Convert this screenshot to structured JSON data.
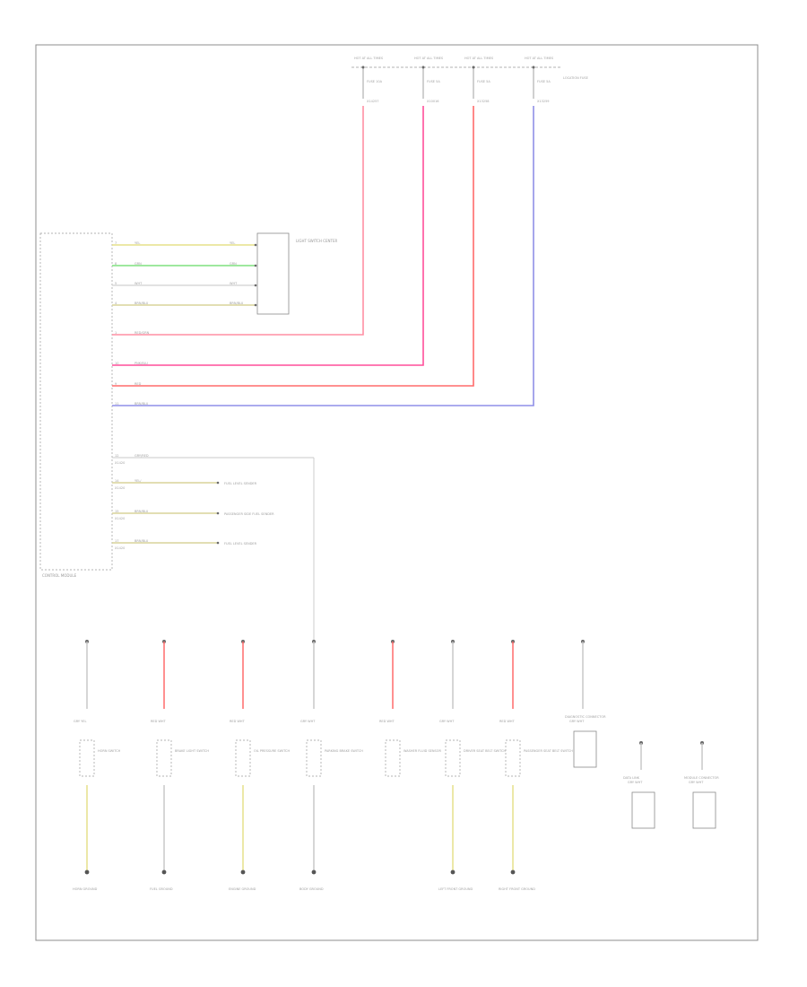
{
  "diagram_title": "",
  "colors": {
    "yellow": "#e6e08a",
    "green": "#7fe07f",
    "white": "#d8d8d8",
    "tan": "#d8d49a",
    "pink": "#ff8fa3",
    "red": "#ff6b6b",
    "magenta": "#ff4f9a",
    "blue": "#8f8fe8",
    "grey": "#c8c8c8"
  },
  "module_label": "CONTROL MODULE",
  "footer_code": "",
  "fuse_boxes": [
    {
      "title": "HOT AT ALL TIMES",
      "fuse": "FUSE 10A",
      "terminal": "X14257"
    },
    {
      "title": "HOT AT ALL TIMES",
      "fuse": "FUSE 5A",
      "terminal": "X10016"
    },
    {
      "title": "HOT AT ALL TIMES",
      "fuse": "FUSE 5A",
      "terminal": "X13258"
    },
    {
      "title": "HOT AT ALL TIMES",
      "fuse": "FUSE 5A",
      "terminal": "X13259"
    }
  ],
  "fuse_extra_label": "LOCATION FUSE",
  "light_switch_label": "LIGHT SWITCH CENTER",
  "upper_wires": [
    {
      "pin": "7",
      "color_name": "YEL",
      "end": "YEL"
    },
    {
      "pin": "8",
      "color_name": "GRN",
      "end": "GRN"
    },
    {
      "pin": "5",
      "color_name": "WHT",
      "end": "WHT"
    },
    {
      "pin": "4",
      "color_name": "BRN/BLU",
      "end": "BRN/BLU"
    },
    {
      "pin": "1",
      "color_name": "RED/GRN"
    },
    {
      "pin": "10",
      "color_name": "PNK/BLU"
    },
    {
      "pin": "9",
      "color_name": "RED"
    },
    {
      "pin": "11",
      "color_name": "BRN/BLU"
    }
  ],
  "lower_wires": [
    {
      "pin": "12",
      "color_name": "GRY/RED",
      "terminal": "X1420"
    },
    {
      "pin": "14",
      "color_name": "YEL/",
      "terminal": "X1420",
      "target": "FUEL LEVEL SENDER"
    },
    {
      "pin": "15",
      "color_name": "BRN/BLU",
      "terminal": "X1420",
      "target": "PASSENGER SIDE FUEL SENDER"
    },
    {
      "pin": "17",
      "color_name": "BRN/BLU",
      "terminal": "X1420",
      "target": "FUEL LEVEL SENDER"
    }
  ],
  "bottom_components": [
    {
      "wire": "GRY YEL",
      "name": "HORN SWITCH",
      "ground": "HORN GROUND"
    },
    {
      "wire": "RED WHT",
      "name": "BRAKE LIGHT SWITCH",
      "ground": "FUEL GROUND"
    },
    {
      "wire": "RED WHT",
      "name": "OIL PRESSURE SWITCH",
      "ground": "ENGINE GROUND"
    },
    {
      "wire": "GRY WHT",
      "name": "PARKING BRAKE SWITCH",
      "ground": "BODY GROUND"
    },
    {
      "wire": "RED WHT",
      "name": "WASHER FLUID SENSOR",
      "ground": ""
    },
    {
      "wire": "GRY WHT",
      "name": "DRIVER SEAT BELT SWITCH",
      "ground": "LEFT FRONT GROUND"
    },
    {
      "wire": "RED WHT",
      "name": "PASSENGER SEAT BELT SWITCH",
      "ground": "RIGHT FRONT GROUND"
    },
    {
      "wire": "GRY WHT",
      "name": "DIAGNOSTIC CONNECTOR",
      "ground": ""
    },
    {
      "wire": "GRY WHT",
      "name": "DATA LINK",
      "ground": ""
    },
    {
      "wire": "GRY WHT",
      "name": "MODULE CONNECTOR",
      "ground": ""
    }
  ]
}
